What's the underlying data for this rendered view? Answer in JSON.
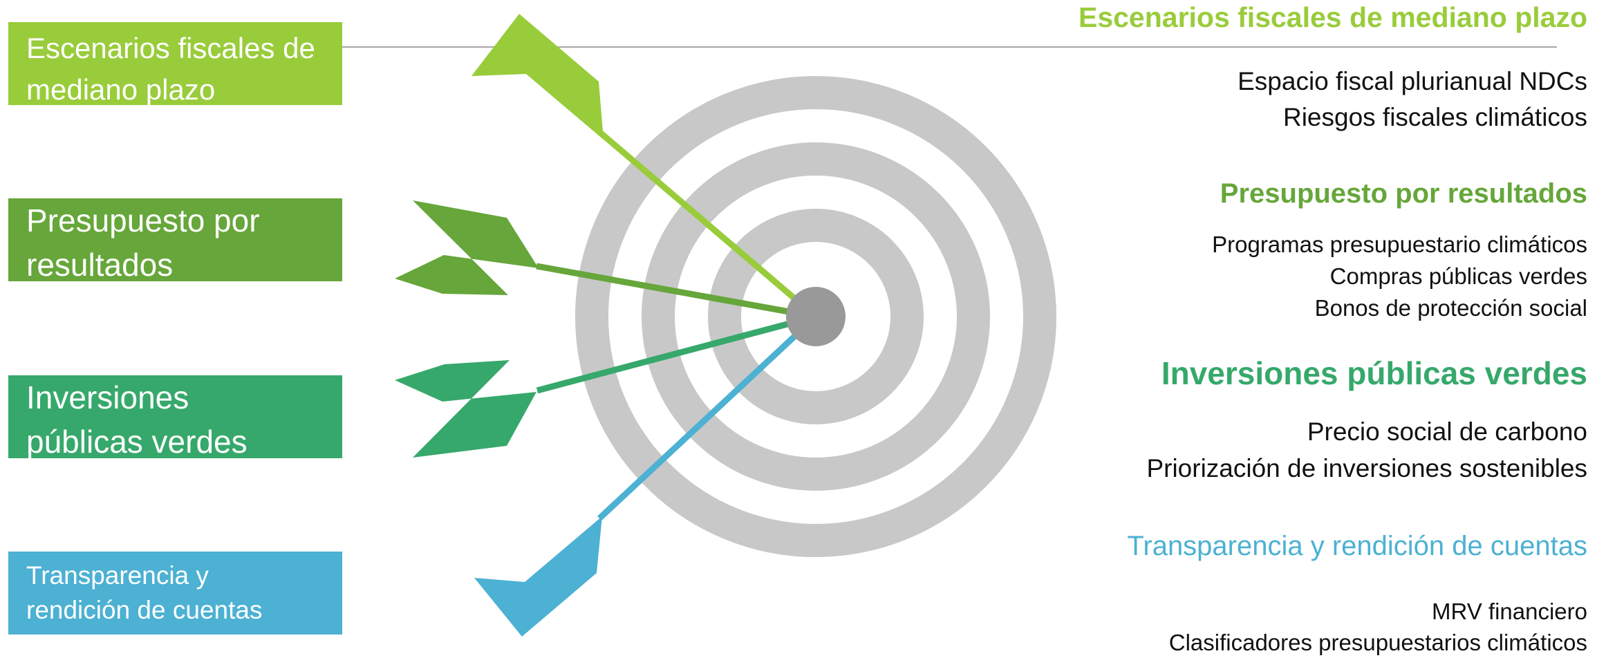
{
  "left_boxes": [
    {
      "line1": "Escenarios fiscales de",
      "line2": "mediano plazo",
      "color": "#99cc3a"
    },
    {
      "line1": "Presupuesto por",
      "line2": "resultados",
      "color": "#66a63a"
    },
    {
      "line1": "Inversiones",
      "line2": "públicas verdes",
      "color": "#36a86b"
    },
    {
      "line1": "Transparencia y",
      "line2": "rendición de cuentas",
      "color": "#4cb1d3"
    }
  ],
  "right_sections": [
    {
      "heading": "Escenarios fiscales de mediano plazo",
      "items": [
        "Espacio fiscal plurianual NDCs",
        "Riesgos fiscales climáticos"
      ]
    },
    {
      "heading": "Presupuesto por resultados",
      "items": [
        "Programas presupuestario climáticos",
        "Compras públicas verdes",
        "Bonos de protección social"
      ]
    },
    {
      "heading": "Inversiones públicas verdes",
      "items": [
        "Precio social de carbono",
        "Priorización de inversiones sostenibles"
      ]
    },
    {
      "heading": "Transparencia y rendición de cuentas",
      "items": [
        "MRV financiero",
        "Clasificadores presupuestarios climáticos"
      ]
    }
  ],
  "colors": {
    "ring": "#c8c8c8",
    "bullseye": "#999999",
    "divider": "#a6a6a6",
    "body_text": "#111111"
  }
}
